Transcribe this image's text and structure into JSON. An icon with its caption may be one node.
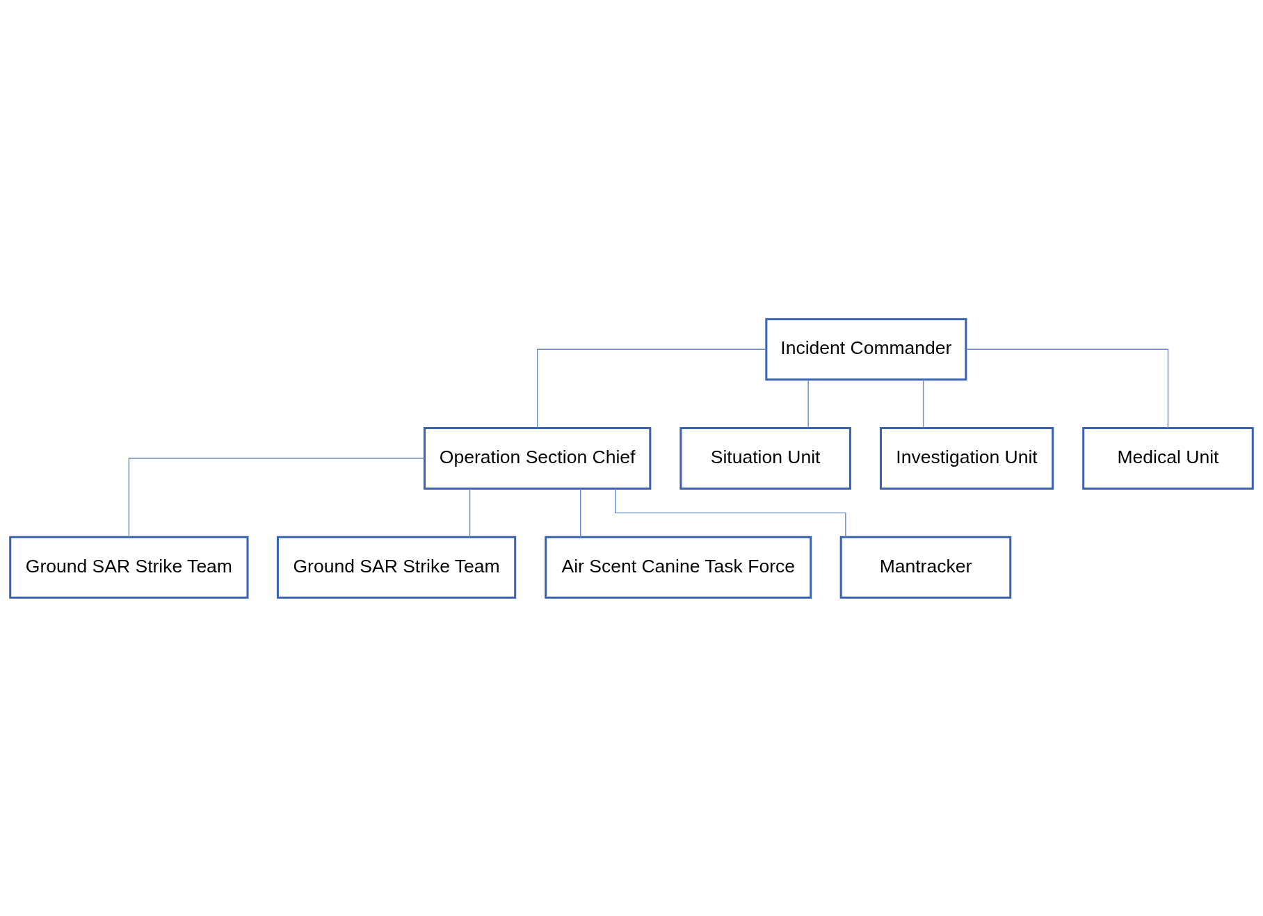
{
  "diagram": {
    "nodes": [
      {
        "text": [
          "Incident Commander"
        ]
      },
      {
        "text": [
          "Operation Section Chief"
        ]
      },
      {
        "text": [
          "Situation Unit"
        ]
      },
      {
        "text": [
          "Investigation Unit"
        ]
      },
      {
        "text": [
          "Medical Unit"
        ]
      },
      {
        "text": [
          "Ground SAR Strike Team"
        ]
      },
      {
        "text": [
          "Ground SAR Strike Team"
        ]
      },
      {
        "text": [
          "Air Scent Canine Task Force"
        ]
      },
      {
        "text": [
          "Mantracker"
        ]
      }
    ],
    "edges": [
      {
        "from": 0,
        "to": 1,
        "arrow": "none"
      },
      {
        "from": 0,
        "to": 2,
        "arrow": "none"
      },
      {
        "from": 0,
        "to": 3,
        "arrow": "none"
      },
      {
        "from": 0,
        "to": 4,
        "arrow": "none"
      },
      {
        "from": 1,
        "to": 5,
        "arrow": "none"
      },
      {
        "from": 1,
        "to": 6,
        "arrow": "none"
      },
      {
        "from": 1,
        "to": 7,
        "arrow": "none"
      },
      {
        "from": 1,
        "to": 8,
        "arrow": "none"
      }
    ]
  }
}
